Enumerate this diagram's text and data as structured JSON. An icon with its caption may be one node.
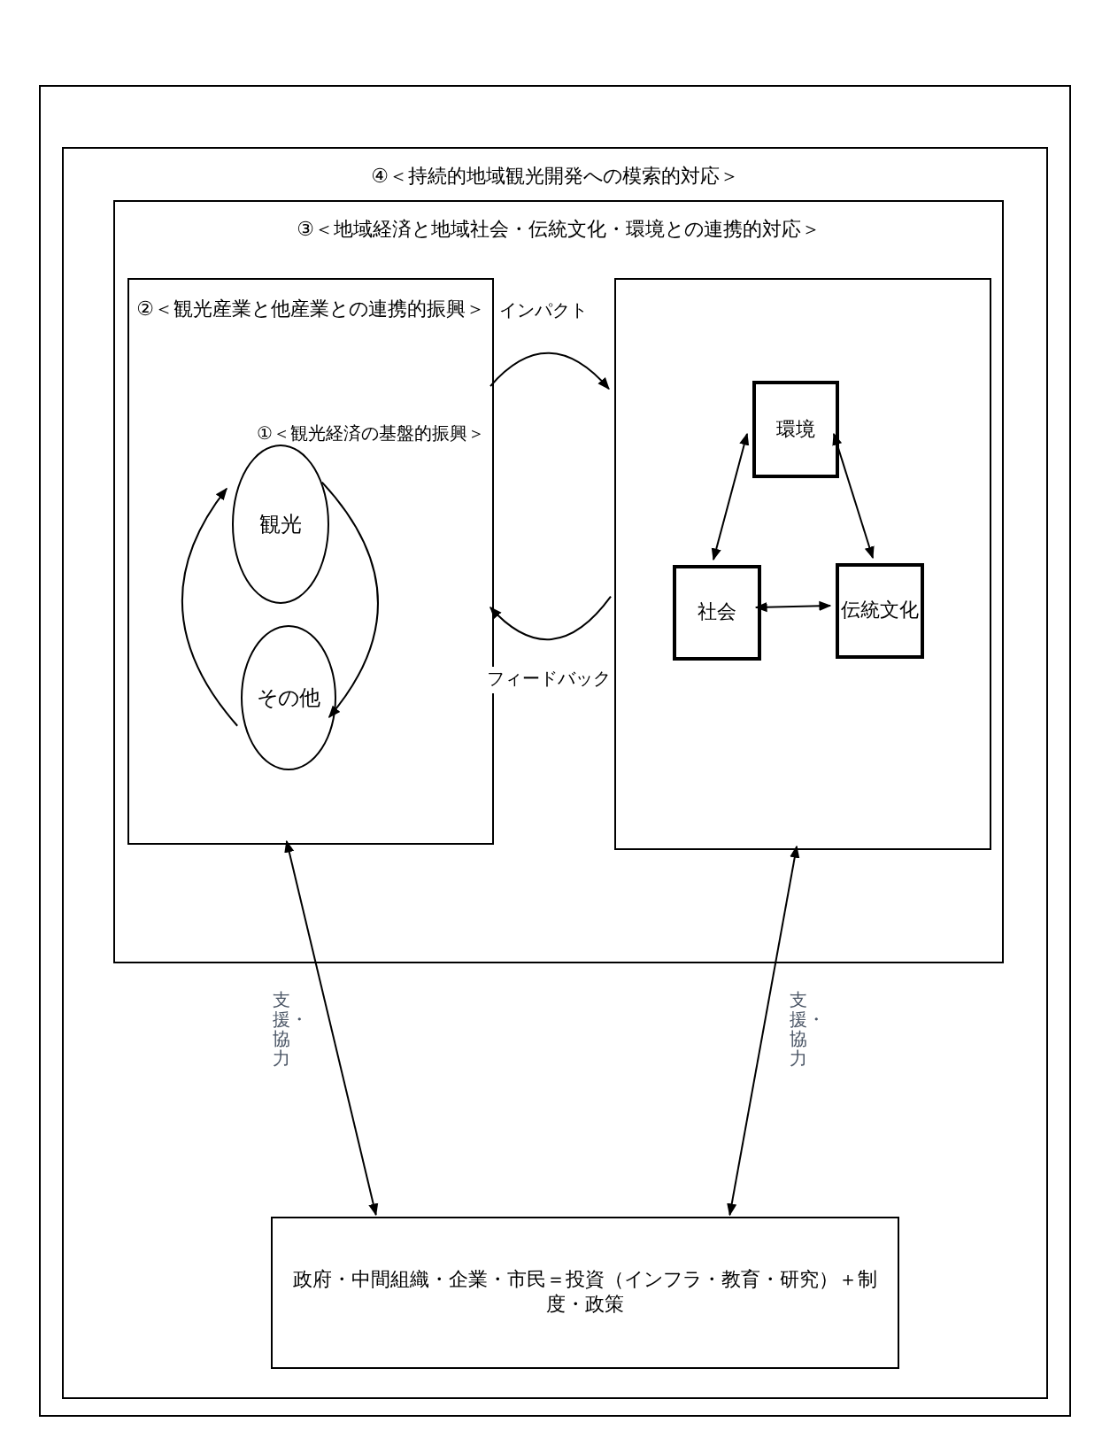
{
  "diagram": {
    "nodes": [
      {
        "text": [
          "④＜持続的地域観光開発への模索的対応＞"
        ]
      },
      {
        "text": [
          "③＜地域経済と地域社会・伝統文化・環境との連携的対応＞"
        ],
        "in": 0
      },
      {
        "text": [
          "②＜観光産業と他産業との連携的振興＞"
        ],
        "in": 1
      },
      {
        "text": [
          "観光"
        ],
        "in": 2
      },
      {
        "text": [
          "その他"
        ],
        "in": 2
      },
      {
        "text": [],
        "shape": "box",
        "in": 1
      },
      {
        "text": [
          "環境"
        ],
        "in": 5
      },
      {
        "text": [
          "社会"
        ],
        "in": 5
      },
      {
        "text": [
          "伝統文化"
        ],
        "in": 5
      },
      {
        "text": [
          "政府・中間組織・企業・市民＝投資（インフラ・教育・研究）＋制度・政策"
        ],
        "in": 0
      }
    ],
    "edges": [
      {
        "from": 2,
        "to": 5,
        "arrow": "to",
        "label": "インパクト"
      },
      {
        "from": 5,
        "to": 2,
        "arrow": "to",
        "label": "フィードバック"
      },
      {
        "from": 4,
        "to": 3,
        "arrow": "to"
      },
      {
        "from": 3,
        "to": 4,
        "arrow": "to"
      },
      {
        "from": 6,
        "to": 7,
        "arrow": "both"
      },
      {
        "from": 6,
        "to": 8,
        "arrow": "both"
      },
      {
        "from": 7,
        "to": 8,
        "arrow": "both"
      },
      {
        "from": 2,
        "to": 9,
        "arrow": "both",
        "label": "支援・協力"
      },
      {
        "from": 5,
        "to": 9,
        "arrow": "both",
        "label": "支援・協力"
      }
    ],
    "labels": [
      "①＜観光経済の基盤的振興＞"
    ]
  }
}
